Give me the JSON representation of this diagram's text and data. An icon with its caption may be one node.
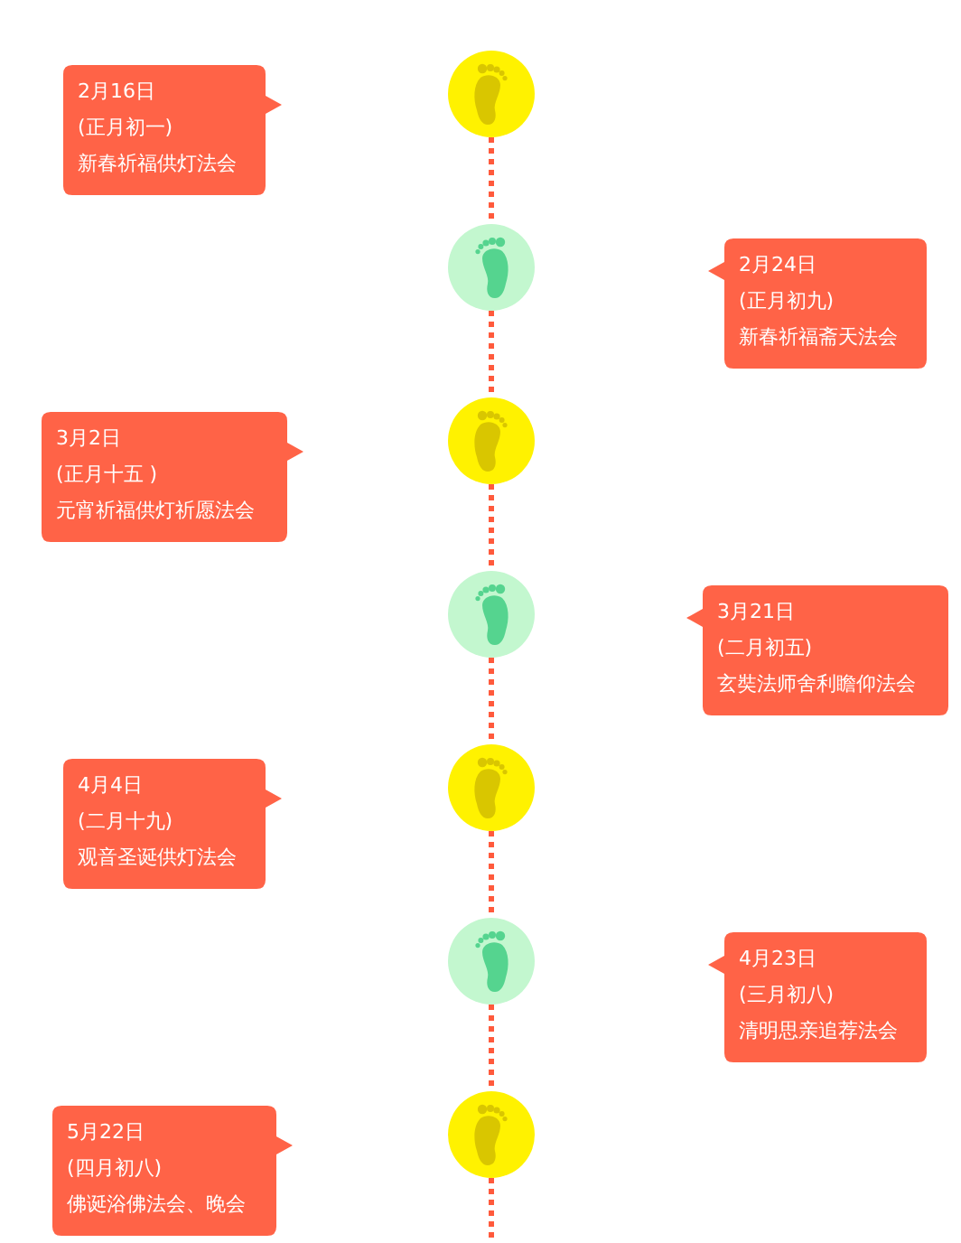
{
  "diagram": {
    "nodes": [
      {
        "text": [],
        "shape": "circle"
      },
      {
        "text": [
          "2月16日",
          "(正月初一)",
          "新春祈福供灯法会"
        ]
      },
      {
        "text": [],
        "shape": "circle"
      },
      {
        "text": [
          "2月24日",
          "(正月初九)",
          "新春祈福斋天法会"
        ]
      },
      {
        "text": [],
        "shape": "circle"
      },
      {
        "text": [
          "3月2日",
          "(正月十五 )",
          "元宵祈福供灯祈愿法会"
        ]
      },
      {
        "text": [],
        "shape": "circle"
      },
      {
        "text": [
          "3月21日",
          "(二月初五)",
          "玄奘法师舍利瞻仰法会"
        ]
      },
      {
        "text": [],
        "shape": "circle"
      },
      {
        "text": [
          "4月4日",
          "(二月十九)",
          "观音圣诞供灯法会"
        ]
      },
      {
        "text": [],
        "shape": "circle"
      },
      {
        "text": [
          "4月23日",
          "(三月初八)",
          "清明思亲追荐法会"
        ]
      },
      {
        "text": [],
        "shape": "circle"
      },
      {
        "text": [
          "5月22日",
          "(四月初八)",
          "佛诞浴佛法会、晚会"
        ]
      }
    ],
    "edges": [
      {
        "from": 0,
        "to": 2,
        "arrow": "none",
        "style": "dashed"
      },
      {
        "from": 2,
        "to": 4,
        "arrow": "none",
        "style": "dashed"
      },
      {
        "from": 4,
        "to": 6,
        "arrow": "none",
        "style": "dashed"
      },
      {
        "from": 6,
        "to": 8,
        "arrow": "none",
        "style": "dashed"
      },
      {
        "from": 8,
        "to": 10,
        "arrow": "none",
        "style": "dashed"
      },
      {
        "from": 10,
        "to": 12,
        "arrow": "none",
        "style": "dashed"
      },
      {
        "from": 12,
        "to": null,
        "arrow": "none",
        "style": "dashed"
      }
    ]
  }
}
